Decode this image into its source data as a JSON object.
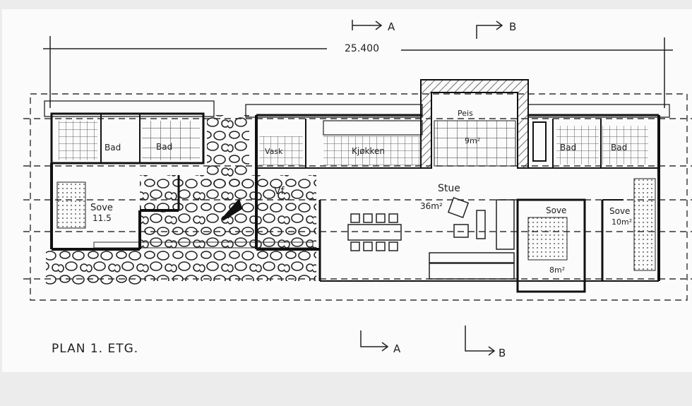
{
  "drawing": {
    "title": "PLAN 1. ETG.",
    "overall_dimension": "25.400",
    "section_markers": {
      "a_top": "A",
      "b_top": "B",
      "a_bottom": "A",
      "b_bottom": "B"
    },
    "rooms": {
      "sove_left": "Sove",
      "sove_left_area": "11.5",
      "bad_left_1": "Bad",
      "bad_left_2": "Bad",
      "vask": "Vask",
      "vf": "Vf.",
      "kjokken": "Kjøkken",
      "peis": "Peis",
      "peis_area": "9m²",
      "stue": "Stue",
      "stue_area": "36m²",
      "sove_mid": "Sove",
      "sove_mid_area": "8m²",
      "bad_right_1": "Bad",
      "bad_right_2": "Bad",
      "sove_right": "Sove",
      "sove_right_area": "10m²"
    }
  },
  "colors": {
    "ink": "#222222",
    "paper": "#fbfbfb",
    "background": "#ececec"
  }
}
